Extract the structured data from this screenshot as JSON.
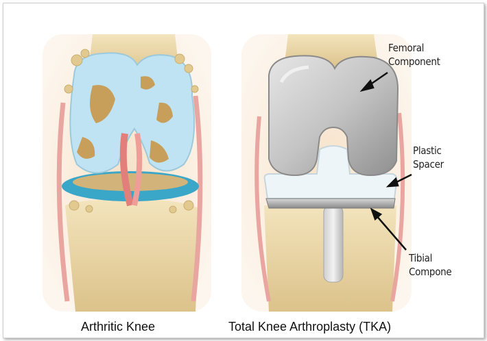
{
  "captions": {
    "left": "Arthritic Knee",
    "right": "Total Knee Arthroplasty (TKA)"
  },
  "callouts": {
    "femoral": {
      "line1": "Femoral",
      "line2": "Component"
    },
    "spacer": {
      "line1": "Plastic",
      "line2": "Spacer"
    },
    "tibial": {
      "line1": "Tibial",
      "line2": "Compone"
    }
  },
  "colors": {
    "bone": "#ecd9a8",
    "cartilage": "#bfe3f2",
    "implant_metal": "#c9c9c9",
    "spacer": "#eef5f8",
    "ligament": "#e9a5a0"
  }
}
